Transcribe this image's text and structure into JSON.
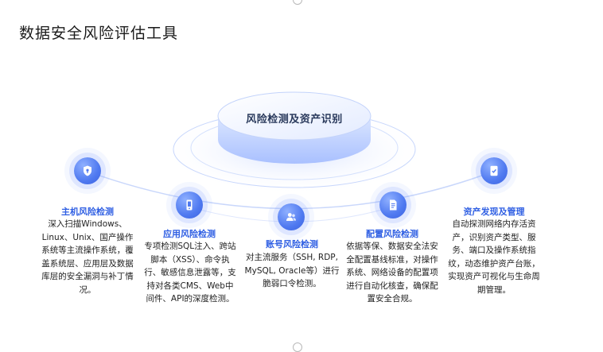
{
  "page": {
    "title": "数据安全风险评估工具"
  },
  "hub": {
    "label": "风险检测及资产识别"
  },
  "features": [
    {
      "title": "主机风险检测",
      "icon": "shield-icon",
      "description": "深入扫描Windows、Linux、Unix、国产操作系统等主流操作系统，覆盖系统层、应用层及数据库层的安全漏洞与补丁情况。"
    },
    {
      "title": "应用风险检测",
      "icon": "phone-icon",
      "description": "专项检测SQL注入、跨站脚本（XSS）、命令执行、敏感信息泄露等，支持对各类CMS、Web中间件、API的深度检测。"
    },
    {
      "title": "账号风险检测",
      "icon": "users-icon",
      "description": "对主流服务（SSH, RDP, MySQL, Oracle等）进行脆弱口令检测。"
    },
    {
      "title": "配置风险检测",
      "icon": "document-icon",
      "description": "依据等保、数据安全法安全配置基线标准，对操作系统、网络设备的配置项进行自动化核查，确保配置安全合规。"
    },
    {
      "title": "资产发现及管理",
      "icon": "asset-icon",
      "description": "自动探测网络内存活资产，识别资产类型、服务、端口及操作系统指纹，动态维护资产台账，实现资产可视化与生命周期管理。"
    }
  ],
  "colors": {
    "accent": "#2f5fe3",
    "node": "#4f79f0"
  }
}
